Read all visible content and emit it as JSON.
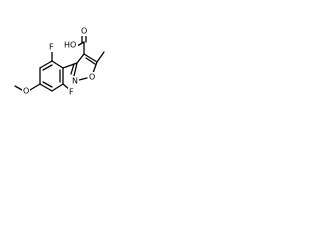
{
  "molecule": {
    "atom_labels": {
      "carboxylic_acid": "HO",
      "carbonyl_oxygen": "O",
      "ring_oxygen": "O",
      "ring_nitrogen": "N",
      "fluorine_upper": "F",
      "fluorine_lower": "F",
      "methoxy_oxygen": "O"
    }
  }
}
